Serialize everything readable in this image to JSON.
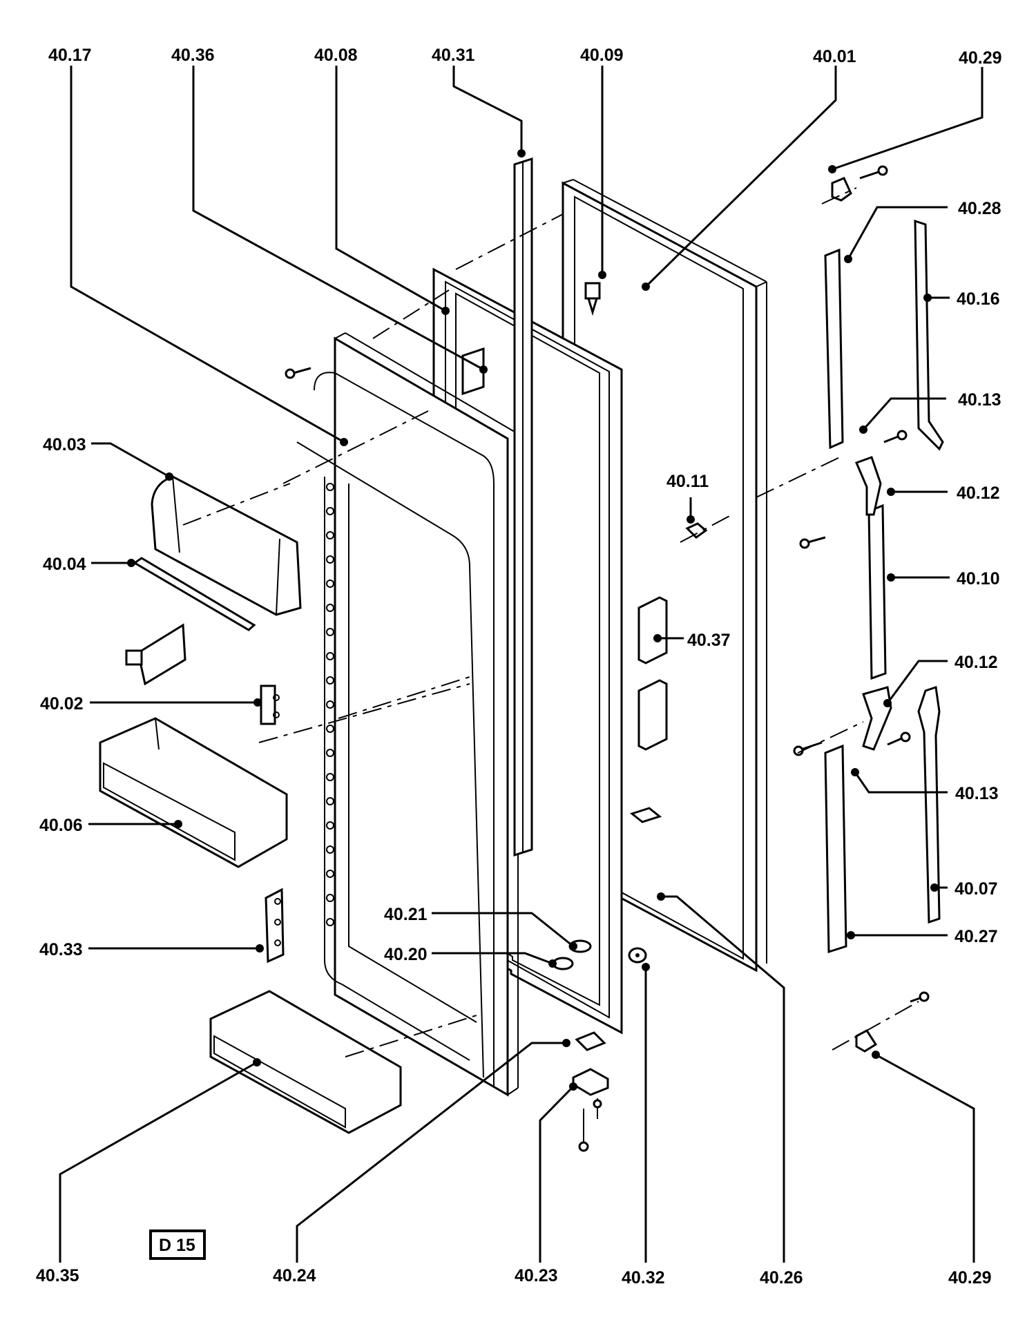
{
  "diagram_code": "D 15",
  "callouts": [
    {
      "id": "40.17",
      "label": "40.17"
    },
    {
      "id": "40.36",
      "label": "40.36"
    },
    {
      "id": "40.08",
      "label": "40.08"
    },
    {
      "id": "40.31",
      "label": "40.31"
    },
    {
      "id": "40.09",
      "label": "40.09"
    },
    {
      "id": "40.01",
      "label": "40.01"
    },
    {
      "id": "40.29a",
      "label": "40.29"
    },
    {
      "id": "40.28",
      "label": "40.28"
    },
    {
      "id": "40.16",
      "label": "40.16"
    },
    {
      "id": "40.13a",
      "label": "40.13"
    },
    {
      "id": "40.12a",
      "label": "40.12"
    },
    {
      "id": "40.11",
      "label": "40.11"
    },
    {
      "id": "40.10",
      "label": "40.10"
    },
    {
      "id": "40.37",
      "label": "40.37"
    },
    {
      "id": "40.12b",
      "label": "40.12"
    },
    {
      "id": "40.13b",
      "label": "40.13"
    },
    {
      "id": "40.07",
      "label": "40.07"
    },
    {
      "id": "40.27",
      "label": "40.27"
    },
    {
      "id": "40.03",
      "label": "40.03"
    },
    {
      "id": "40.04",
      "label": "40.04"
    },
    {
      "id": "40.02",
      "label": "40.02"
    },
    {
      "id": "40.06",
      "label": "40.06"
    },
    {
      "id": "40.33",
      "label": "40.33"
    },
    {
      "id": "40.21",
      "label": "40.21"
    },
    {
      "id": "40.20",
      "label": "40.20"
    },
    {
      "id": "40.35",
      "label": "40.35"
    },
    {
      "id": "40.24",
      "label": "40.24"
    },
    {
      "id": "40.23",
      "label": "40.23"
    },
    {
      "id": "40.32",
      "label": "40.32"
    },
    {
      "id": "40.26",
      "label": "40.26"
    },
    {
      "id": "40.29b",
      "label": "40.29"
    }
  ]
}
